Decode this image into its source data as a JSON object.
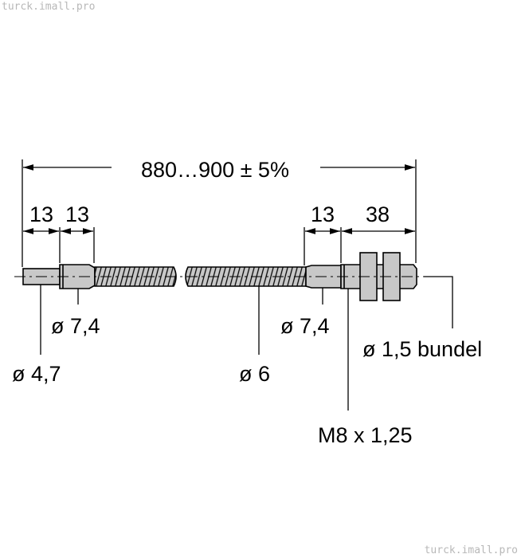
{
  "watermark": {
    "top": "turck.imall.pro",
    "bottom": "turck.imall.pro"
  },
  "dimensions": {
    "overall_length": "880…900 ± 5%",
    "left_tip": "13",
    "left_sleeve": "13",
    "right_sleeve": "13",
    "threaded_body": "38"
  },
  "labels": {
    "tip_diameter": "ø 4,7",
    "left_sleeve_diameter": "ø 7,4",
    "cable_diameter": "ø 6",
    "right_sleeve_diameter": "ø 7,4",
    "bundle_diameter": "ø 1,5 bundel",
    "thread": "M8 x 1,25"
  },
  "colors": {
    "part_fill": "#c8c8c8",
    "line": "#000000",
    "watermark": "#b8b8b8"
  }
}
